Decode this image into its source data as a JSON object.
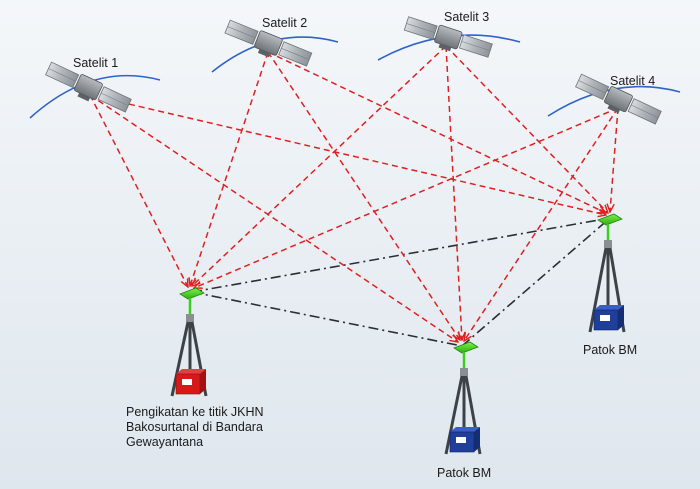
{
  "satellites": [
    {
      "id": "sat1",
      "label": "Satelit 1"
    },
    {
      "id": "sat2",
      "label": "Satelit 2"
    },
    {
      "id": "sat3",
      "label": "Satelit 3"
    },
    {
      "id": "sat4",
      "label": "Satelit 4"
    }
  ],
  "stations": [
    {
      "id": "jkhn",
      "caption_lines": [
        "Pengikatan ke titik JKHN",
        "Bakosurtanal di Bandara",
        "Gewayantana"
      ],
      "box_color": "#d61a1a"
    },
    {
      "id": "bm-middle",
      "caption_lines": [
        "Patok BM"
      ],
      "box_color": "#1f3f9a"
    },
    {
      "id": "bm-right",
      "caption_lines": [
        "Patok BM"
      ],
      "box_color": "#1f3f9a"
    }
  ],
  "colors": {
    "signal_line": "#e02020",
    "baseline": "#2a2f36",
    "orbit": "#2e63c8",
    "antenna": "#39d11f"
  }
}
